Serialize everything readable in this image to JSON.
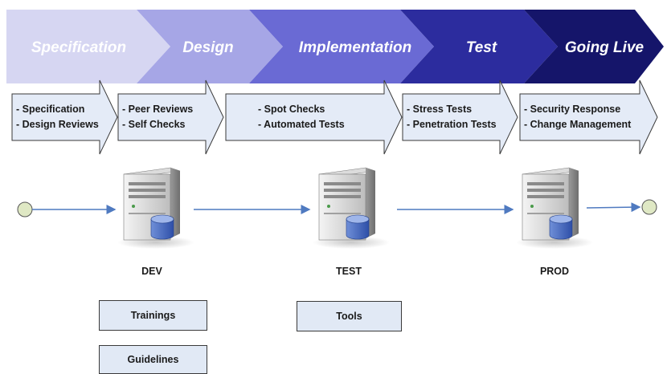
{
  "phases": [
    {
      "label": "Specification",
      "color": "#d6d6f2"
    },
    {
      "label": "Design",
      "color": "#a6a6e6"
    },
    {
      "label": "Implementation",
      "color": "#6a6ad4"
    },
    {
      "label": "Test",
      "color": "#2c2c9e"
    },
    {
      "label": "Going Live",
      "color": "#15156a"
    }
  ],
  "activities": [
    {
      "lines": [
        "- Specification",
        "- Design Reviews"
      ]
    },
    {
      "lines": [
        "- Peer Reviews",
        "- Self Checks"
      ]
    },
    {
      "lines": [
        "- Spot Checks",
        "- Automated Tests"
      ]
    },
    {
      "lines": [
        "- Stress Tests",
        "- Penetration Tests"
      ]
    },
    {
      "lines": [
        "- Security Response",
        "- Change Management"
      ]
    }
  ],
  "environments": [
    {
      "label": "DEV"
    },
    {
      "label": "TEST"
    },
    {
      "label": "PROD"
    }
  ],
  "resources": {
    "trainings": "Trainings",
    "tools": "Tools",
    "guidelines": "Guidelines"
  },
  "colors": {
    "activity_fill": "#e4ebf7",
    "flow_line": "#4f7ac0",
    "endpoint_fill": "#dfe8c4"
  }
}
